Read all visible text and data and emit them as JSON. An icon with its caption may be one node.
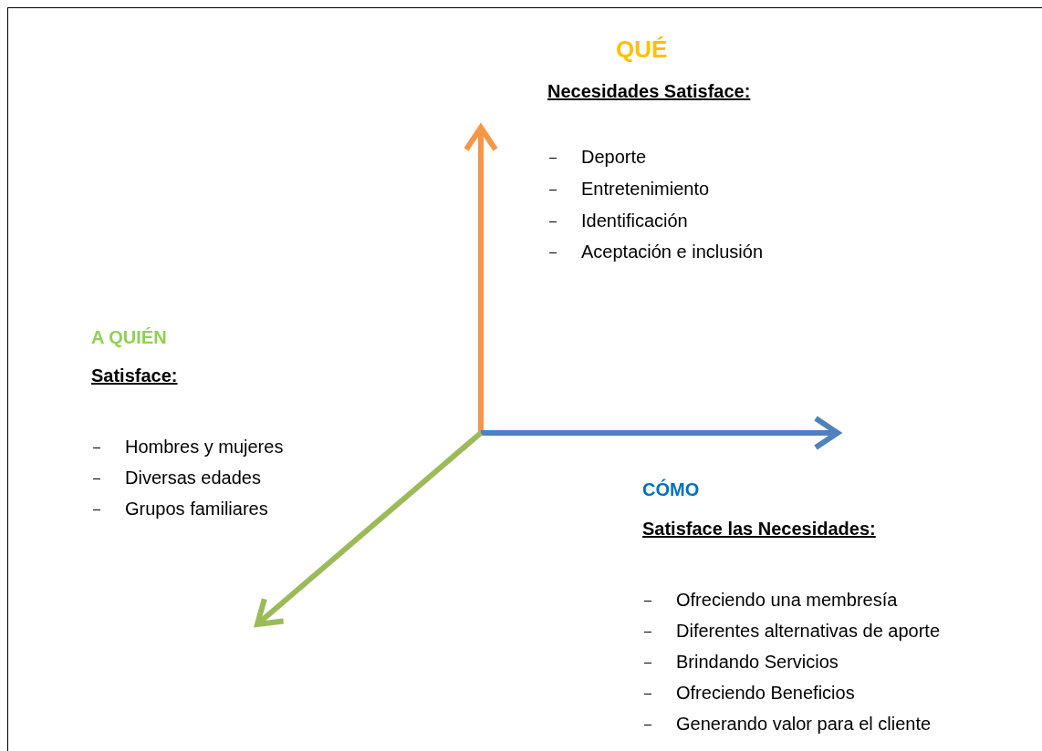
{
  "diagram": {
    "labels": [
      "QUÉ",
      "Necesidades Satisface:",
      "Deporte",
      "Entretenimiento",
      "Identificación",
      "Aceptación e inclusión",
      "A QUIÉN",
      "Satisface:",
      "Hombres y mujeres",
      "Diversas edades",
      "Grupos familiares",
      "CÓMO",
      "Satisface las Necesidades:",
      "Ofreciendo una membresía",
      "Diferentes alternativas de aporte",
      "Brindando Servicios",
      "Ofreciendo Beneficios",
      "Generando valor para el cliente"
    ]
  }
}
